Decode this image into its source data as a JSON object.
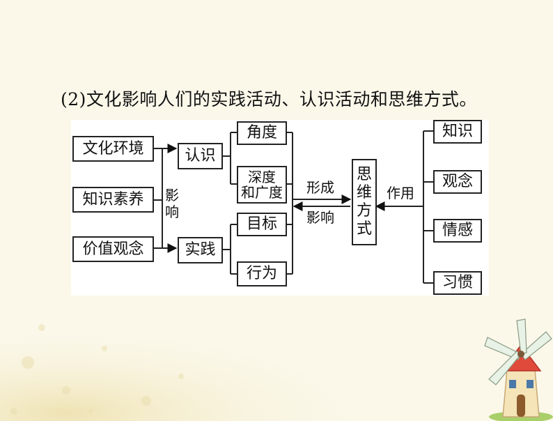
{
  "heading": "(2)文化影响人们的实践活动、认识活动和思维方式。",
  "diagram": {
    "inputs": [
      "文化环境",
      "知识素养",
      "价值观念"
    ],
    "influence_label": [
      "影",
      "响"
    ],
    "activities": [
      {
        "label": "认识",
        "aspects": [
          {
            "lines": [
              "角度"
            ]
          },
          {
            "lines": [
              "深度",
              "和广度"
            ]
          }
        ]
      },
      {
        "label": "实践",
        "aspects": [
          {
            "lines": [
              "目标"
            ]
          },
          {
            "lines": [
              "行为"
            ]
          }
        ]
      }
    ],
    "form_label": "形成",
    "effect_label": "影响",
    "thinking": [
      "思",
      "维",
      "方",
      "式"
    ],
    "role_label": "作用",
    "factors": [
      "知识",
      "观念",
      "情感",
      "习惯"
    ]
  }
}
